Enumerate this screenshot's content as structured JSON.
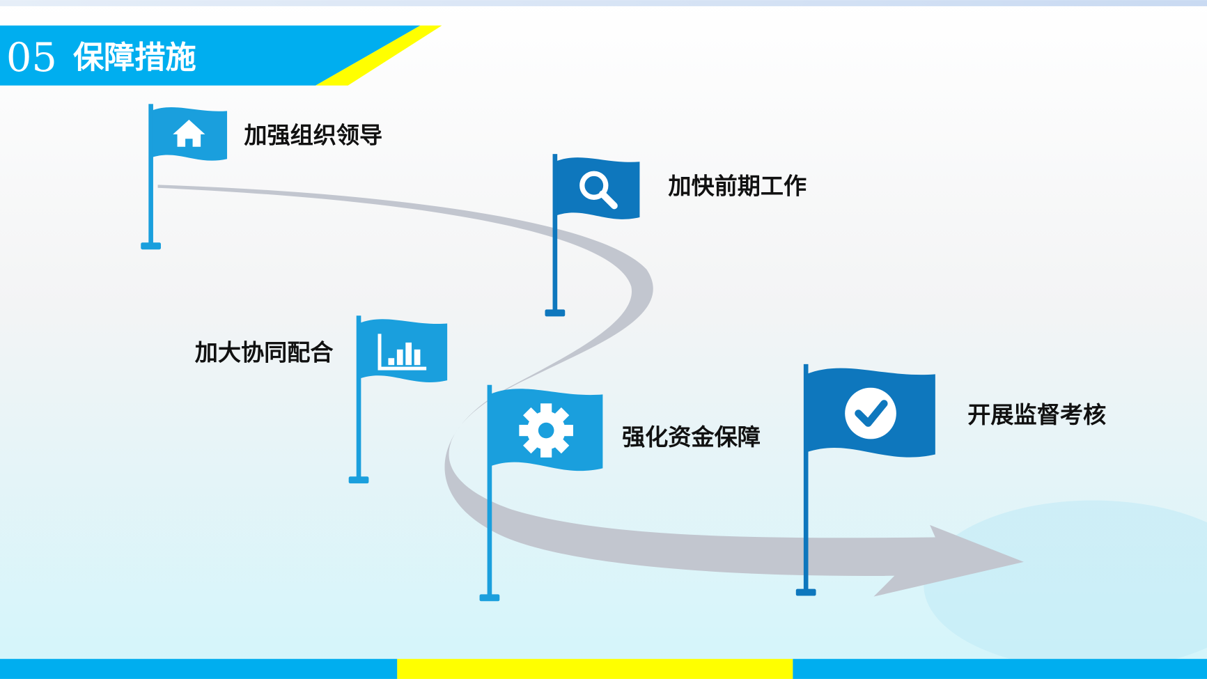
{
  "header": {
    "number": "05",
    "title": "保障措施"
  },
  "colors": {
    "brand_blue": "#00AEEF",
    "accent_yellow": "#FFFF00",
    "flag_light": "#1A9FDD",
    "flag_dark": "#0E77BD",
    "arrow_gray": "#C2C6CF"
  },
  "measures": [
    {
      "label": "加强组织领导",
      "icon": "home-icon"
    },
    {
      "label": "加快前期工作",
      "icon": "search-icon"
    },
    {
      "label": "加大协同配合",
      "icon": "bar-chart-icon"
    },
    {
      "label": "强化资金保障",
      "icon": "gear-icon"
    },
    {
      "label": "开展监督考核",
      "icon": "check-circle-icon"
    }
  ]
}
